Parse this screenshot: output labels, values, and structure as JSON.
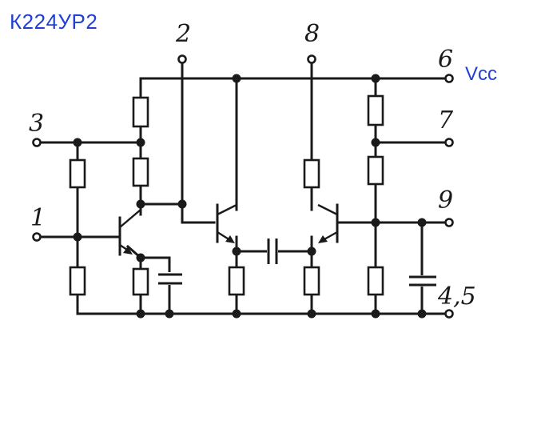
{
  "title": "К224УР2",
  "colors": {
    "label": "#1f3fd6",
    "ink": "#1a1a1a",
    "background": "#ffffff"
  },
  "pins": {
    "p1": "1",
    "p2": "2",
    "p3": "3",
    "p45": "4,5",
    "p6": "6",
    "p7": "7",
    "p8": "8",
    "p9": "9"
  },
  "supply_label": "Vcc"
}
